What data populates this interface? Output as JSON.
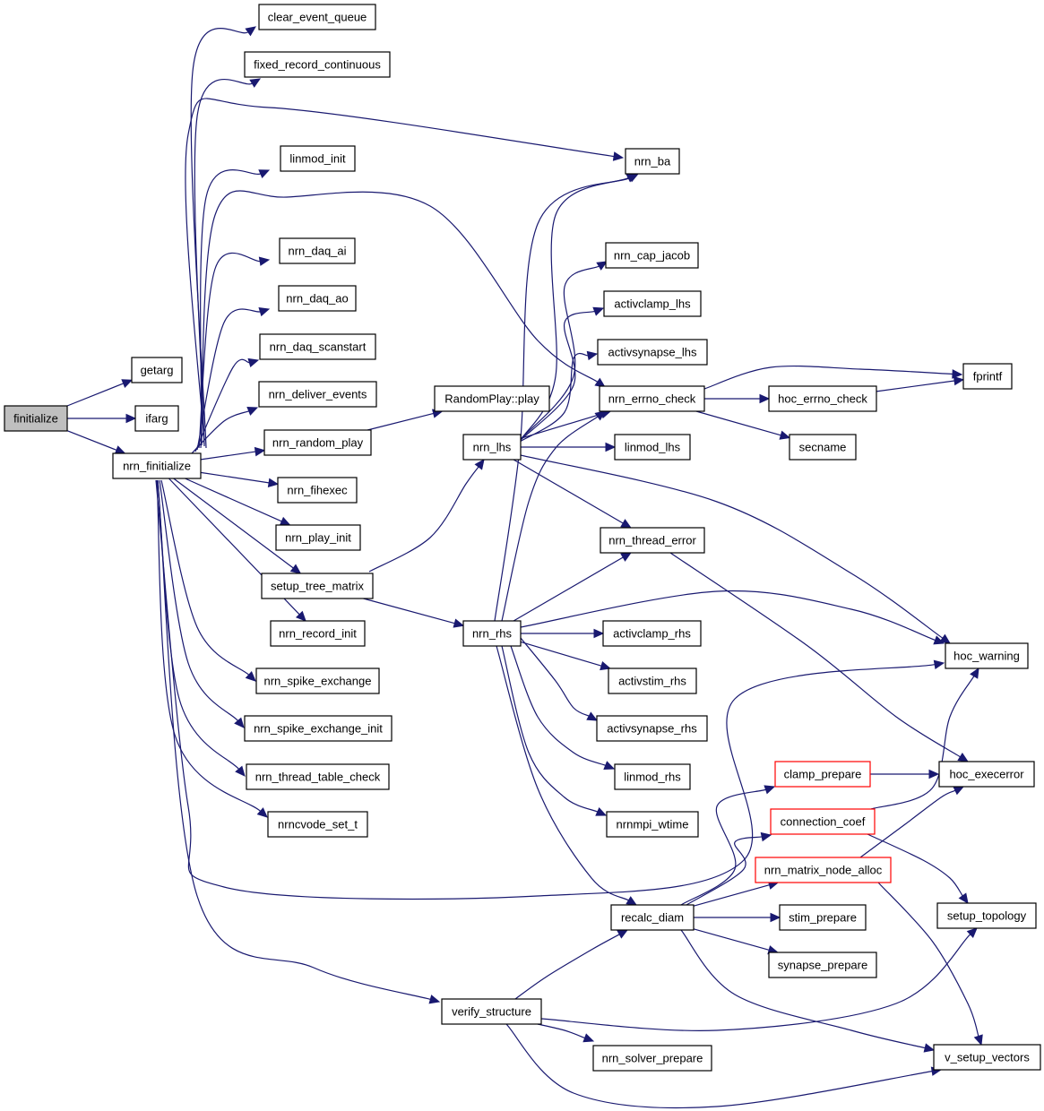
{
  "colors": {
    "edge": "#191970",
    "box": "#000000",
    "box_highlight": "#ff0000",
    "root_fill": "#bfbfbf",
    "fill": "#ffffff"
  },
  "nodes": [
    {
      "id": "finitialize",
      "label": "finitialize",
      "style": "root"
    },
    {
      "id": "getarg",
      "label": "getarg"
    },
    {
      "id": "ifarg",
      "label": "ifarg"
    },
    {
      "id": "nrn_finitialize",
      "label": "nrn_finitialize"
    },
    {
      "id": "clear_event_queue",
      "label": "clear_event_queue"
    },
    {
      "id": "fixed_record_continuous",
      "label": "fixed_record_continuous"
    },
    {
      "id": "linmod_init",
      "label": "linmod_init"
    },
    {
      "id": "nrn_daq_ai",
      "label": "nrn_daq_ai"
    },
    {
      "id": "nrn_daq_ao",
      "label": "nrn_daq_ao"
    },
    {
      "id": "nrn_daq_scanstart",
      "label": "nrn_daq_scanstart"
    },
    {
      "id": "nrn_deliver_events",
      "label": "nrn_deliver_events"
    },
    {
      "id": "nrn_random_play",
      "label": "nrn_random_play"
    },
    {
      "id": "nrn_fihexec",
      "label": "nrn_fihexec"
    },
    {
      "id": "nrn_play_init",
      "label": "nrn_play_init"
    },
    {
      "id": "setup_tree_matrix",
      "label": "setup_tree_matrix"
    },
    {
      "id": "nrn_record_init",
      "label": "nrn_record_init"
    },
    {
      "id": "nrn_spike_exchange",
      "label": "nrn_spike_exchange"
    },
    {
      "id": "nrn_spike_exchange_init",
      "label": "nrn_spike_exchange_init"
    },
    {
      "id": "nrn_thread_table_check",
      "label": "nrn_thread_table_check"
    },
    {
      "id": "nrncvode_set_t",
      "label": "nrncvode_set_t"
    },
    {
      "id": "RandomPlay_play",
      "label": "RandomPlay::play"
    },
    {
      "id": "nrn_lhs",
      "label": "nrn_lhs"
    },
    {
      "id": "nrn_rhs",
      "label": "nrn_rhs"
    },
    {
      "id": "verify_structure",
      "label": "verify_structure"
    },
    {
      "id": "nrn_ba",
      "label": "nrn_ba"
    },
    {
      "id": "nrn_cap_jacob",
      "label": "nrn_cap_jacob"
    },
    {
      "id": "activclamp_lhs",
      "label": "activclamp_lhs"
    },
    {
      "id": "activsynapse_lhs",
      "label": "activsynapse_lhs"
    },
    {
      "id": "nrn_errno_check",
      "label": "nrn_errno_check"
    },
    {
      "id": "linmod_lhs",
      "label": "linmod_lhs"
    },
    {
      "id": "nrn_thread_error",
      "label": "nrn_thread_error"
    },
    {
      "id": "activclamp_rhs",
      "label": "activclamp_rhs"
    },
    {
      "id": "activstim_rhs",
      "label": "activstim_rhs"
    },
    {
      "id": "activsynapse_rhs",
      "label": "activsynapse_rhs"
    },
    {
      "id": "linmod_rhs",
      "label": "linmod_rhs"
    },
    {
      "id": "nrnmpi_wtime",
      "label": "nrnmpi_wtime"
    },
    {
      "id": "recalc_diam",
      "label": "recalc_diam"
    },
    {
      "id": "nrn_solver_prepare",
      "label": "nrn_solver_prepare"
    },
    {
      "id": "hoc_errno_check",
      "label": "hoc_errno_check"
    },
    {
      "id": "secname",
      "label": "secname"
    },
    {
      "id": "fprintf",
      "label": "fprintf"
    },
    {
      "id": "clamp_prepare",
      "label": "clamp_prepare",
      "style": "highlight"
    },
    {
      "id": "connection_coef",
      "label": "connection_coef",
      "style": "highlight"
    },
    {
      "id": "nrn_matrix_node_alloc",
      "label": "nrn_matrix_node_alloc",
      "style": "highlight"
    },
    {
      "id": "stim_prepare",
      "label": "stim_prepare"
    },
    {
      "id": "synapse_prepare",
      "label": "synapse_prepare"
    },
    {
      "id": "hoc_warning",
      "label": "hoc_warning"
    },
    {
      "id": "hoc_execerror",
      "label": "hoc_execerror"
    },
    {
      "id": "setup_topology",
      "label": "setup_topology"
    },
    {
      "id": "v_setup_vectors",
      "label": "v_setup_vectors"
    }
  ],
  "edges": [
    [
      "finitialize",
      "getarg"
    ],
    [
      "finitialize",
      "ifarg"
    ],
    [
      "finitialize",
      "nrn_finitialize"
    ],
    [
      "nrn_finitialize",
      "clear_event_queue"
    ],
    [
      "nrn_finitialize",
      "fixed_record_continuous"
    ],
    [
      "nrn_finitialize",
      "nrn_ba"
    ],
    [
      "nrn_finitialize",
      "linmod_init"
    ],
    [
      "nrn_finitialize",
      "nrn_errno_check"
    ],
    [
      "nrn_finitialize",
      "nrn_daq_ai"
    ],
    [
      "nrn_finitialize",
      "nrn_daq_ao"
    ],
    [
      "nrn_finitialize",
      "nrn_daq_scanstart"
    ],
    [
      "nrn_finitialize",
      "nrn_deliver_events"
    ],
    [
      "nrn_finitialize",
      "nrn_random_play"
    ],
    [
      "nrn_finitialize",
      "nrn_fihexec"
    ],
    [
      "nrn_finitialize",
      "nrn_play_init"
    ],
    [
      "nrn_finitialize",
      "setup_tree_matrix"
    ],
    [
      "nrn_finitialize",
      "nrn_record_init"
    ],
    [
      "nrn_finitialize",
      "nrn_spike_exchange"
    ],
    [
      "nrn_finitialize",
      "nrn_spike_exchange_init"
    ],
    [
      "nrn_finitialize",
      "nrn_thread_table_check"
    ],
    [
      "nrn_finitialize",
      "nrncvode_set_t"
    ],
    [
      "nrn_finitialize",
      "hoc_warning"
    ],
    [
      "nrn_finitialize",
      "verify_structure"
    ],
    [
      "nrn_random_play",
      "RandomPlay_play"
    ],
    [
      "setup_tree_matrix",
      "nrn_lhs"
    ],
    [
      "setup_tree_matrix",
      "nrn_rhs"
    ],
    [
      "nrn_lhs",
      "nrn_ba"
    ],
    [
      "nrn_lhs",
      "nrn_cap_jacob"
    ],
    [
      "nrn_lhs",
      "activclamp_lhs"
    ],
    [
      "nrn_lhs",
      "activsynapse_lhs"
    ],
    [
      "nrn_lhs",
      "nrn_errno_check"
    ],
    [
      "nrn_lhs",
      "linmod_lhs"
    ],
    [
      "nrn_lhs",
      "nrn_thread_error"
    ],
    [
      "nrn_lhs",
      "hoc_warning"
    ],
    [
      "nrn_rhs",
      "nrn_ba"
    ],
    [
      "nrn_rhs",
      "nrn_errno_check"
    ],
    [
      "nrn_rhs",
      "nrn_thread_error"
    ],
    [
      "nrn_rhs",
      "hoc_warning"
    ],
    [
      "nrn_rhs",
      "activclamp_rhs"
    ],
    [
      "nrn_rhs",
      "activstim_rhs"
    ],
    [
      "nrn_rhs",
      "activsynapse_rhs"
    ],
    [
      "nrn_rhs",
      "linmod_rhs"
    ],
    [
      "nrn_rhs",
      "nrnmpi_wtime"
    ],
    [
      "nrn_rhs",
      "recalc_diam"
    ],
    [
      "nrn_errno_check",
      "fprintf"
    ],
    [
      "nrn_errno_check",
      "hoc_errno_check"
    ],
    [
      "nrn_errno_check",
      "secname"
    ],
    [
      "hoc_errno_check",
      "fprintf"
    ],
    [
      "nrn_thread_error",
      "hoc_execerror"
    ],
    [
      "verify_structure",
      "recalc_diam"
    ],
    [
      "verify_structure",
      "setup_topology"
    ],
    [
      "verify_structure",
      "nrn_solver_prepare"
    ],
    [
      "verify_structure",
      "v_setup_vectors"
    ],
    [
      "recalc_diam",
      "clamp_prepare"
    ],
    [
      "recalc_diam",
      "connection_coef"
    ],
    [
      "recalc_diam",
      "nrn_matrix_node_alloc"
    ],
    [
      "recalc_diam",
      "stim_prepare"
    ],
    [
      "recalc_diam",
      "synapse_prepare"
    ],
    [
      "recalc_diam",
      "v_setup_vectors"
    ],
    [
      "clamp_prepare",
      "hoc_execerror"
    ],
    [
      "connection_coef",
      "hoc_warning"
    ],
    [
      "connection_coef",
      "setup_topology"
    ],
    [
      "nrn_matrix_node_alloc",
      "hoc_execerror"
    ],
    [
      "nrn_matrix_node_alloc",
      "v_setup_vectors"
    ]
  ]
}
